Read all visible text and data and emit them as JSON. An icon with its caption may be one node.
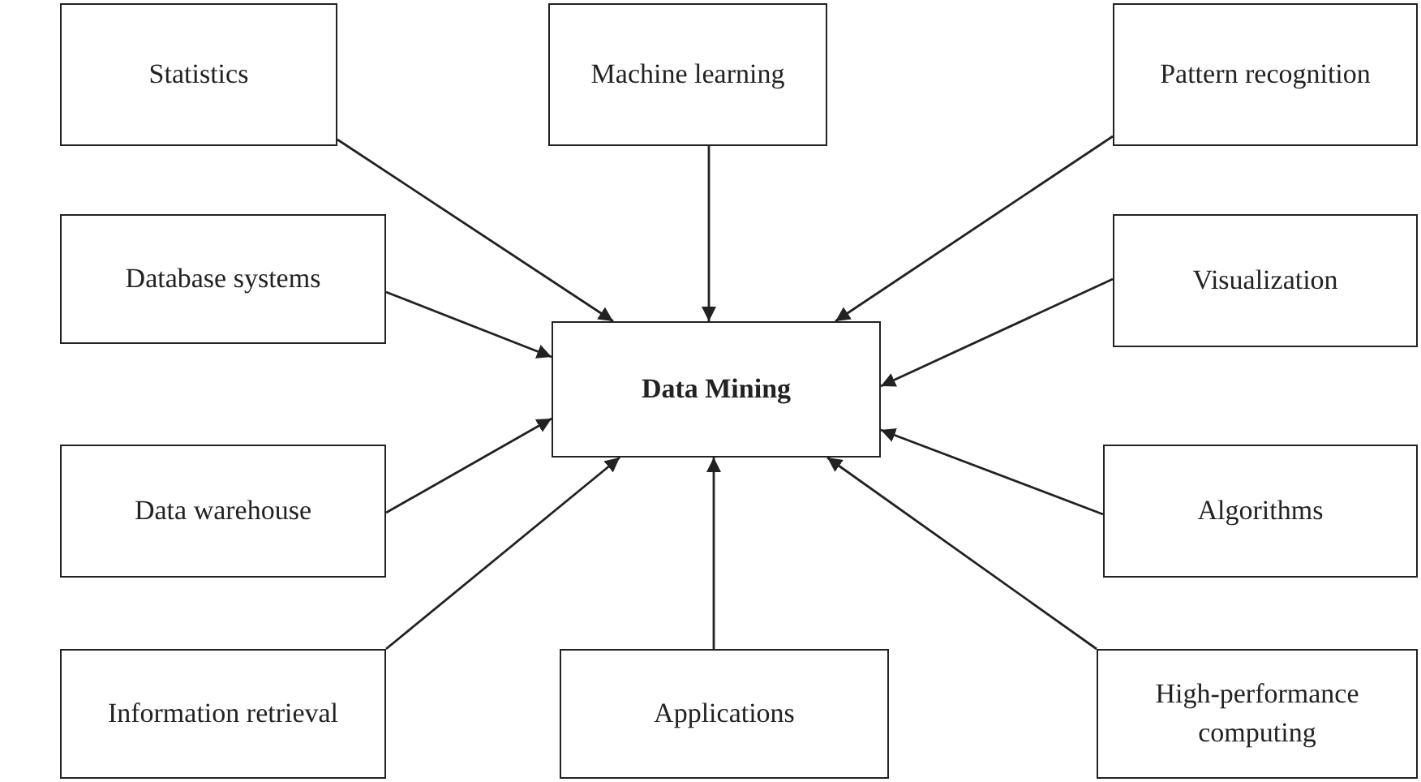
{
  "diagram": {
    "nodes": [
      {
        "text": [
          "Statistics"
        ]
      },
      {
        "text": [
          "Machine learning"
        ]
      },
      {
        "text": [
          "Pattern recognition"
        ]
      },
      {
        "text": [
          "Database systems"
        ]
      },
      {
        "text": [
          "Visualization"
        ]
      },
      {
        "text": [
          "Data Mining"
        ]
      },
      {
        "text": [
          "Data warehouse"
        ]
      },
      {
        "text": [
          "Algorithms"
        ]
      },
      {
        "text": [
          "Information retrieval"
        ]
      },
      {
        "text": [
          "Applications"
        ]
      },
      {
        "text": [
          "High-performance computing"
        ]
      }
    ],
    "edges": [
      {
        "from": 0,
        "to": 5,
        "arrow": "to"
      },
      {
        "from": 1,
        "to": 5,
        "arrow": "to"
      },
      {
        "from": 2,
        "to": 5,
        "arrow": "to"
      },
      {
        "from": 3,
        "to": 5,
        "arrow": "to"
      },
      {
        "from": 4,
        "to": 5,
        "arrow": "to"
      },
      {
        "from": 6,
        "to": 5,
        "arrow": "to"
      },
      {
        "from": 7,
        "to": 5,
        "arrow": "to"
      },
      {
        "from": 8,
        "to": 5,
        "arrow": "to"
      },
      {
        "from": 9,
        "to": 5,
        "arrow": "to"
      },
      {
        "from": 10,
        "to": 5,
        "arrow": "to"
      }
    ]
  }
}
